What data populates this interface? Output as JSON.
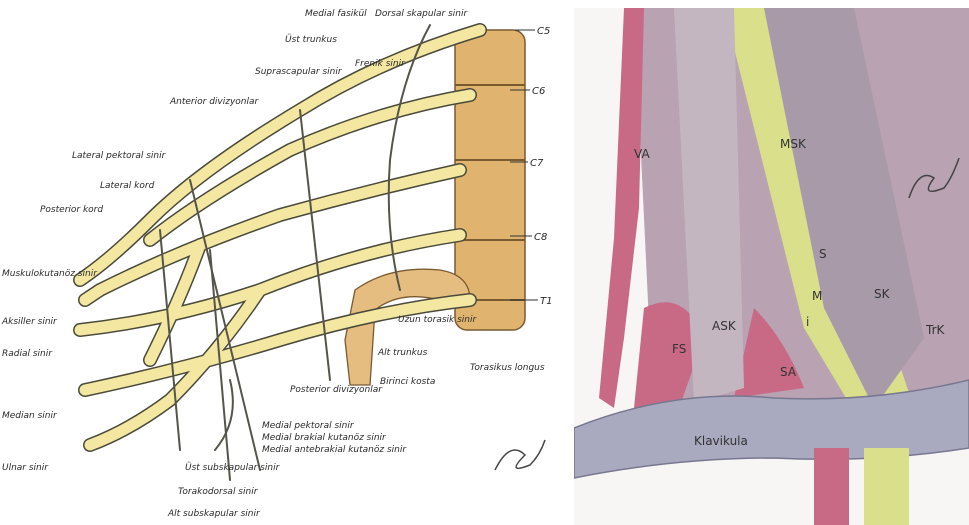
{
  "left_diagram": {
    "labels": {
      "c5": "C5",
      "c6": "C6",
      "c7": "C7",
      "c8": "C8",
      "t1": "T1",
      "medial_fasikul": "Medial fasikül",
      "dorsal_skapular": "Dorsal skapular sinir",
      "ust_trunkus": "Üst trunkus",
      "frenik": "Frenik sinir",
      "suprascapular": "Suprascapular sinir",
      "anterior_div": "Anterior divizyonlar",
      "lateral_pektoral": "Lateral pektoral sinir",
      "lateral_kord": "Lateral kord",
      "posterior_kord": "Posterior kord",
      "muskulokutanoz": "Muskulokutanöz sinir",
      "aksiller": "Aksiller sinir",
      "radial": "Radial sinir",
      "median": "Median sinir",
      "ulnar": "Ulnar sinir",
      "uzun_torasik": "Uzun torasik sinir",
      "alt_trunkus": "Alt trunkus",
      "torasikus_longus": "Torasikus longus",
      "birinci_kosta": "Birinci kosta",
      "posterior_div": "Posterior divizyonlar",
      "medial_pektoral": "Medial pektoral sinir",
      "medial_brakial": "Medial brakial kutanöz sinir",
      "medial_antebrakial": "Medial antebrakial kutanöz sinir",
      "ust_subskapular": "Üst subskapular sinir",
      "torakodorsal": "Torakodorsal sinir",
      "alt_subskapular": "Alt subskapular sinir"
    }
  },
  "right_diagram": {
    "labels": {
      "va": "VA",
      "msk": "MSK",
      "s": "S",
      "m": "M",
      "i": "i",
      "sk": "SK",
      "trk": "TrK",
      "fs": "FS",
      "ask": "ASK",
      "sa": "SA",
      "klavikula": "Klavikula"
    }
  },
  "colors": {
    "nerve_fill": "#f3e7a2",
    "nerve_stroke": "#4a4a3a",
    "bone": "#e0b46e",
    "muscle_purple": "#b9a2b2",
    "clavicle": "#a9a9c0",
    "artery_red": "#c86a86",
    "yellow_green": "#d9df8a"
  }
}
